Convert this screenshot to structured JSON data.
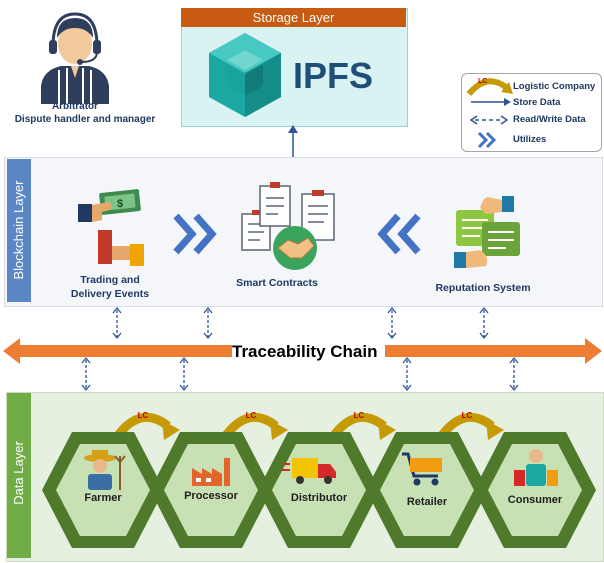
{
  "arbitrator": {
    "title": "Arbitrator",
    "subtitle": "Dispute handler and manager"
  },
  "storage": {
    "title": "Storage Layer",
    "name": "IPFS"
  },
  "legend": {
    "items": [
      {
        "icon": "curved-arrow-icon",
        "badge": "LC",
        "label": "Logistic Company"
      },
      {
        "icon": "right-arrow-icon",
        "label": "Store Data"
      },
      {
        "icon": "double-arrow-icon",
        "label": "Read/Write Data"
      },
      {
        "icon": "chevron-icon",
        "label": "Utilizes"
      }
    ]
  },
  "blockchain": {
    "layer_label": "Blockchain Layer",
    "trading_label_1": "Trading and",
    "trading_label_2": "Delivery Events",
    "contracts_label": "Smart Contracts",
    "reputation_label": "Reputation System"
  },
  "chain": {
    "label": "Traceability Chain"
  },
  "data": {
    "layer_label": "Data Layer",
    "badge": "LC",
    "actors": [
      "Farmer",
      "Processor",
      "Distributor",
      "Retailer",
      "Consumer"
    ]
  },
  "colors": {
    "storage_bar": "#c65b11",
    "ipfs_cube": "#1ba8a3",
    "blockchain_side": "#5b87c5",
    "data_side": "#70ad47",
    "hexagon": "#4f7a2b",
    "chain_arrow": "#ed7d31",
    "lc_arrow": "#c59a05",
    "chevron": "#4472c4"
  }
}
